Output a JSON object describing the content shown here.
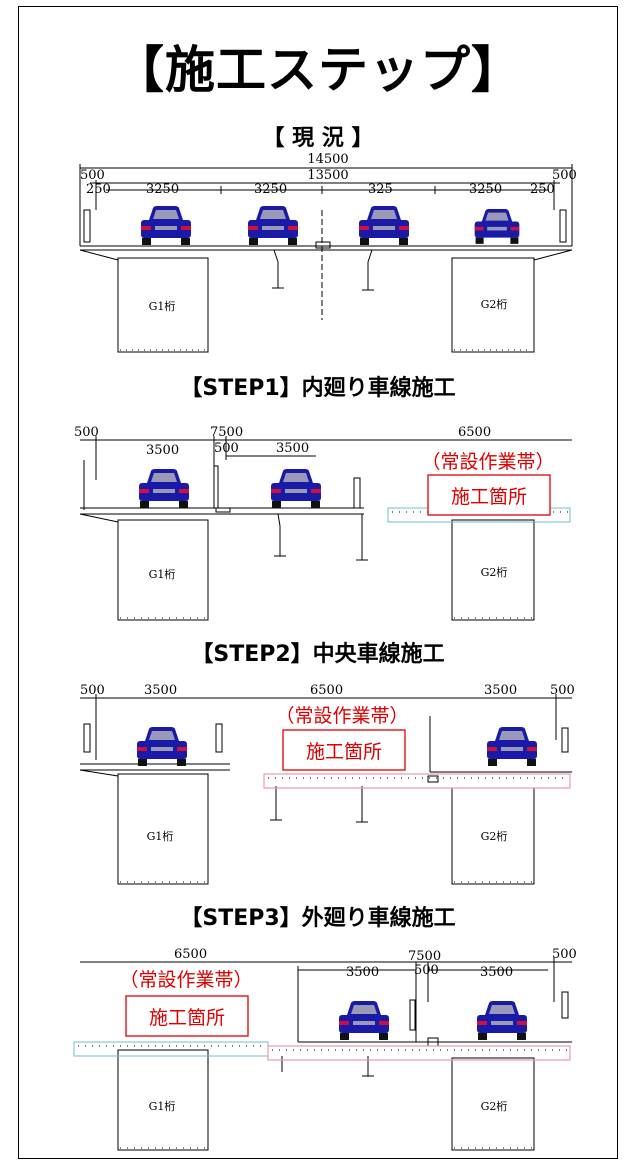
{
  "title": "【施工ステップ】",
  "stages": [
    {
      "label": "【 現 況 】",
      "dims_top": [
        "14500",
        "13500"
      ],
      "dims": [
        "500",
        "250",
        "3250",
        "3250",
        "325",
        "3250",
        "250",
        "500"
      ],
      "girders": [
        "G1桁",
        "G2桁"
      ]
    },
    {
      "label": "【STEP1】内廻り車線施工",
      "dims": [
        "500",
        "3500",
        "7500",
        "500",
        "3500",
        "6500"
      ],
      "girders": [
        "G1桁",
        "G2桁"
      ],
      "work_zone": [
        "（常設作業帯）",
        "施工箇所"
      ]
    },
    {
      "label": "【STEP2】中央車線施工",
      "dims": [
        "500",
        "3500",
        "6500",
        "3500",
        "500"
      ],
      "girders": [
        "G1桁",
        "G2桁"
      ],
      "work_zone": [
        "（常設作業帯）",
        "施工箇所"
      ]
    },
    {
      "label": "【STEP3】外廻り車線施工",
      "dims": [
        "6500",
        "7500",
        "500",
        "500",
        "3500",
        "3500"
      ],
      "girders": [
        "G1桁",
        "G2桁"
      ],
      "work_zone": [
        "（常設作業帯）",
        "施工箇所"
      ]
    }
  ],
  "colors": {
    "car_body": "#1a1aa8",
    "car_glass": "#9a9ab8",
    "car_lights": "#d0103a",
    "work_zone_red": "#e00000",
    "deck_pink": "#e89ab8",
    "deck_cyan": "#6cc0c8"
  }
}
